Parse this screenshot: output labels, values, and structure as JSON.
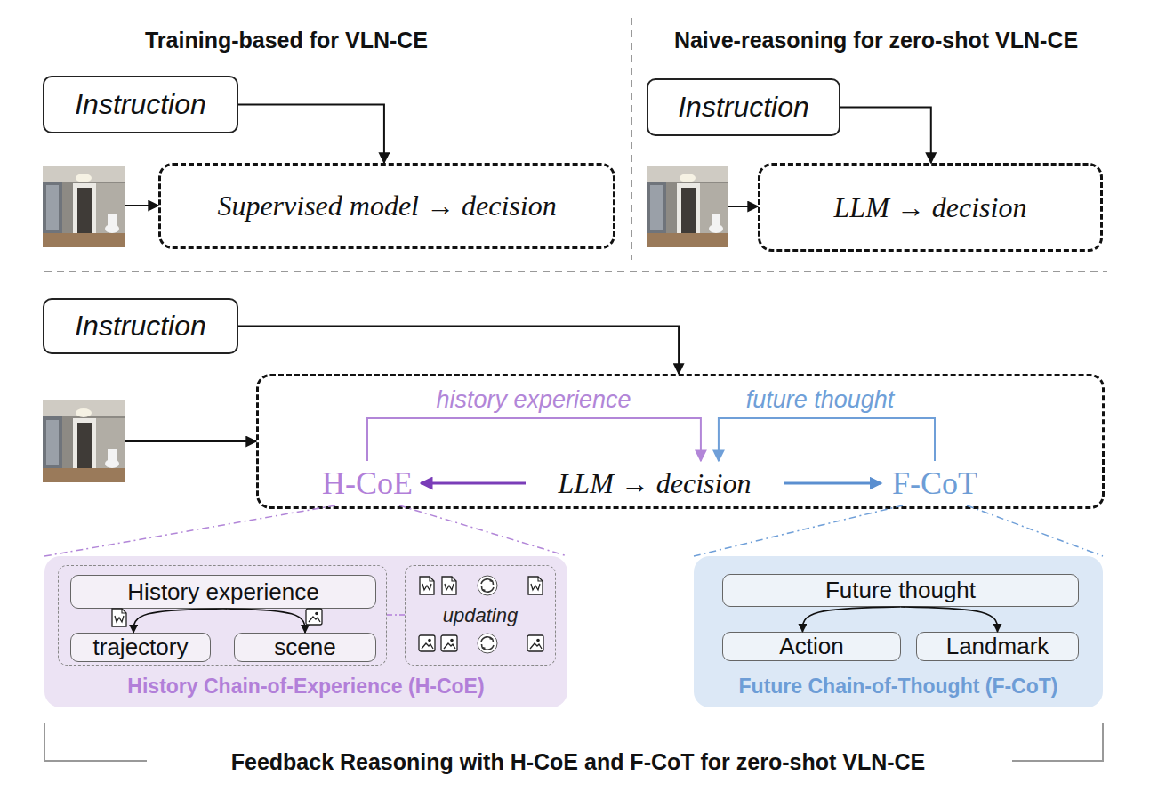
{
  "diagram": {
    "nodes": [
      {
        "text": [
          "Instruction"
        ]
      },
      {
        "text": [
          "Supervised model → decision"
        ]
      },
      {
        "text": [
          "Instruction"
        ]
      },
      {
        "text": [
          "LLM → decision"
        ]
      },
      {
        "text": [
          "Instruction"
        ]
      },
      {
        "text": []
      },
      {
        "text": [
          "H-CoE"
        ],
        "in": 5
      },
      {
        "text": [
          "LLM → decision"
        ],
        "in": 5
      },
      {
        "text": [
          "F-CoT"
        ],
        "in": 5
      },
      {
        "text": [
          "History Chain-of-Experience (H-CoE)"
        ]
      },
      {
        "text": [],
        "in": 9
      },
      {
        "text": [
          "History experience"
        ],
        "in": 10
      },
      {
        "text": [
          "trajectory"
        ],
        "in": 10
      },
      {
        "text": [
          "scene"
        ],
        "in": 10
      },
      {
        "text": [
          "updating"
        ],
        "in": 9
      },
      {
        "text": [
          "Future Chain-of-Thought (F-CoT)"
        ]
      },
      {
        "text": [
          "Future thought"
        ],
        "in": 15
      },
      {
        "text": [
          "Action"
        ],
        "in": 15
      },
      {
        "text": [
          "Landmark"
        ],
        "in": 15
      }
    ],
    "edges": [
      {
        "from": 0,
        "to": 1,
        "arrow": "to"
      },
      {
        "from": 2,
        "to": 3,
        "arrow": "to"
      },
      {
        "from": 4,
        "to": 5,
        "arrow": "to"
      },
      {
        "from": 7,
        "to": 6,
        "arrow": "to"
      },
      {
        "from": 7,
        "to": 8,
        "arrow": "to"
      },
      {
        "from": 6,
        "to": 7,
        "label": "history experience",
        "arrow": "to"
      },
      {
        "from": 8,
        "to": 7,
        "label": "future thought",
        "arrow": "to"
      },
      {
        "from": 11,
        "to": 12,
        "arrow": "to"
      },
      {
        "from": 11,
        "to": 13,
        "arrow": "to"
      },
      {
        "from": 16,
        "to": 17,
        "arrow": "to"
      },
      {
        "from": 16,
        "to": 18,
        "arrow": "to"
      },
      {
        "from": 6,
        "to": 9,
        "arrow": "none"
      },
      {
        "from": 6,
        "to": 9,
        "arrow": "none"
      },
      {
        "from": 8,
        "to": 15,
        "arrow": "none"
      },
      {
        "from": 8,
        "to": 15,
        "arrow": "none"
      }
    ],
    "labels": [
      "Training-based for VLN-CE",
      "Naive-reasoning for zero-shot VLN-CE",
      "Feedback Reasoning with H-CoE and F-CoT for zero-shot VLN-CE"
    ]
  }
}
